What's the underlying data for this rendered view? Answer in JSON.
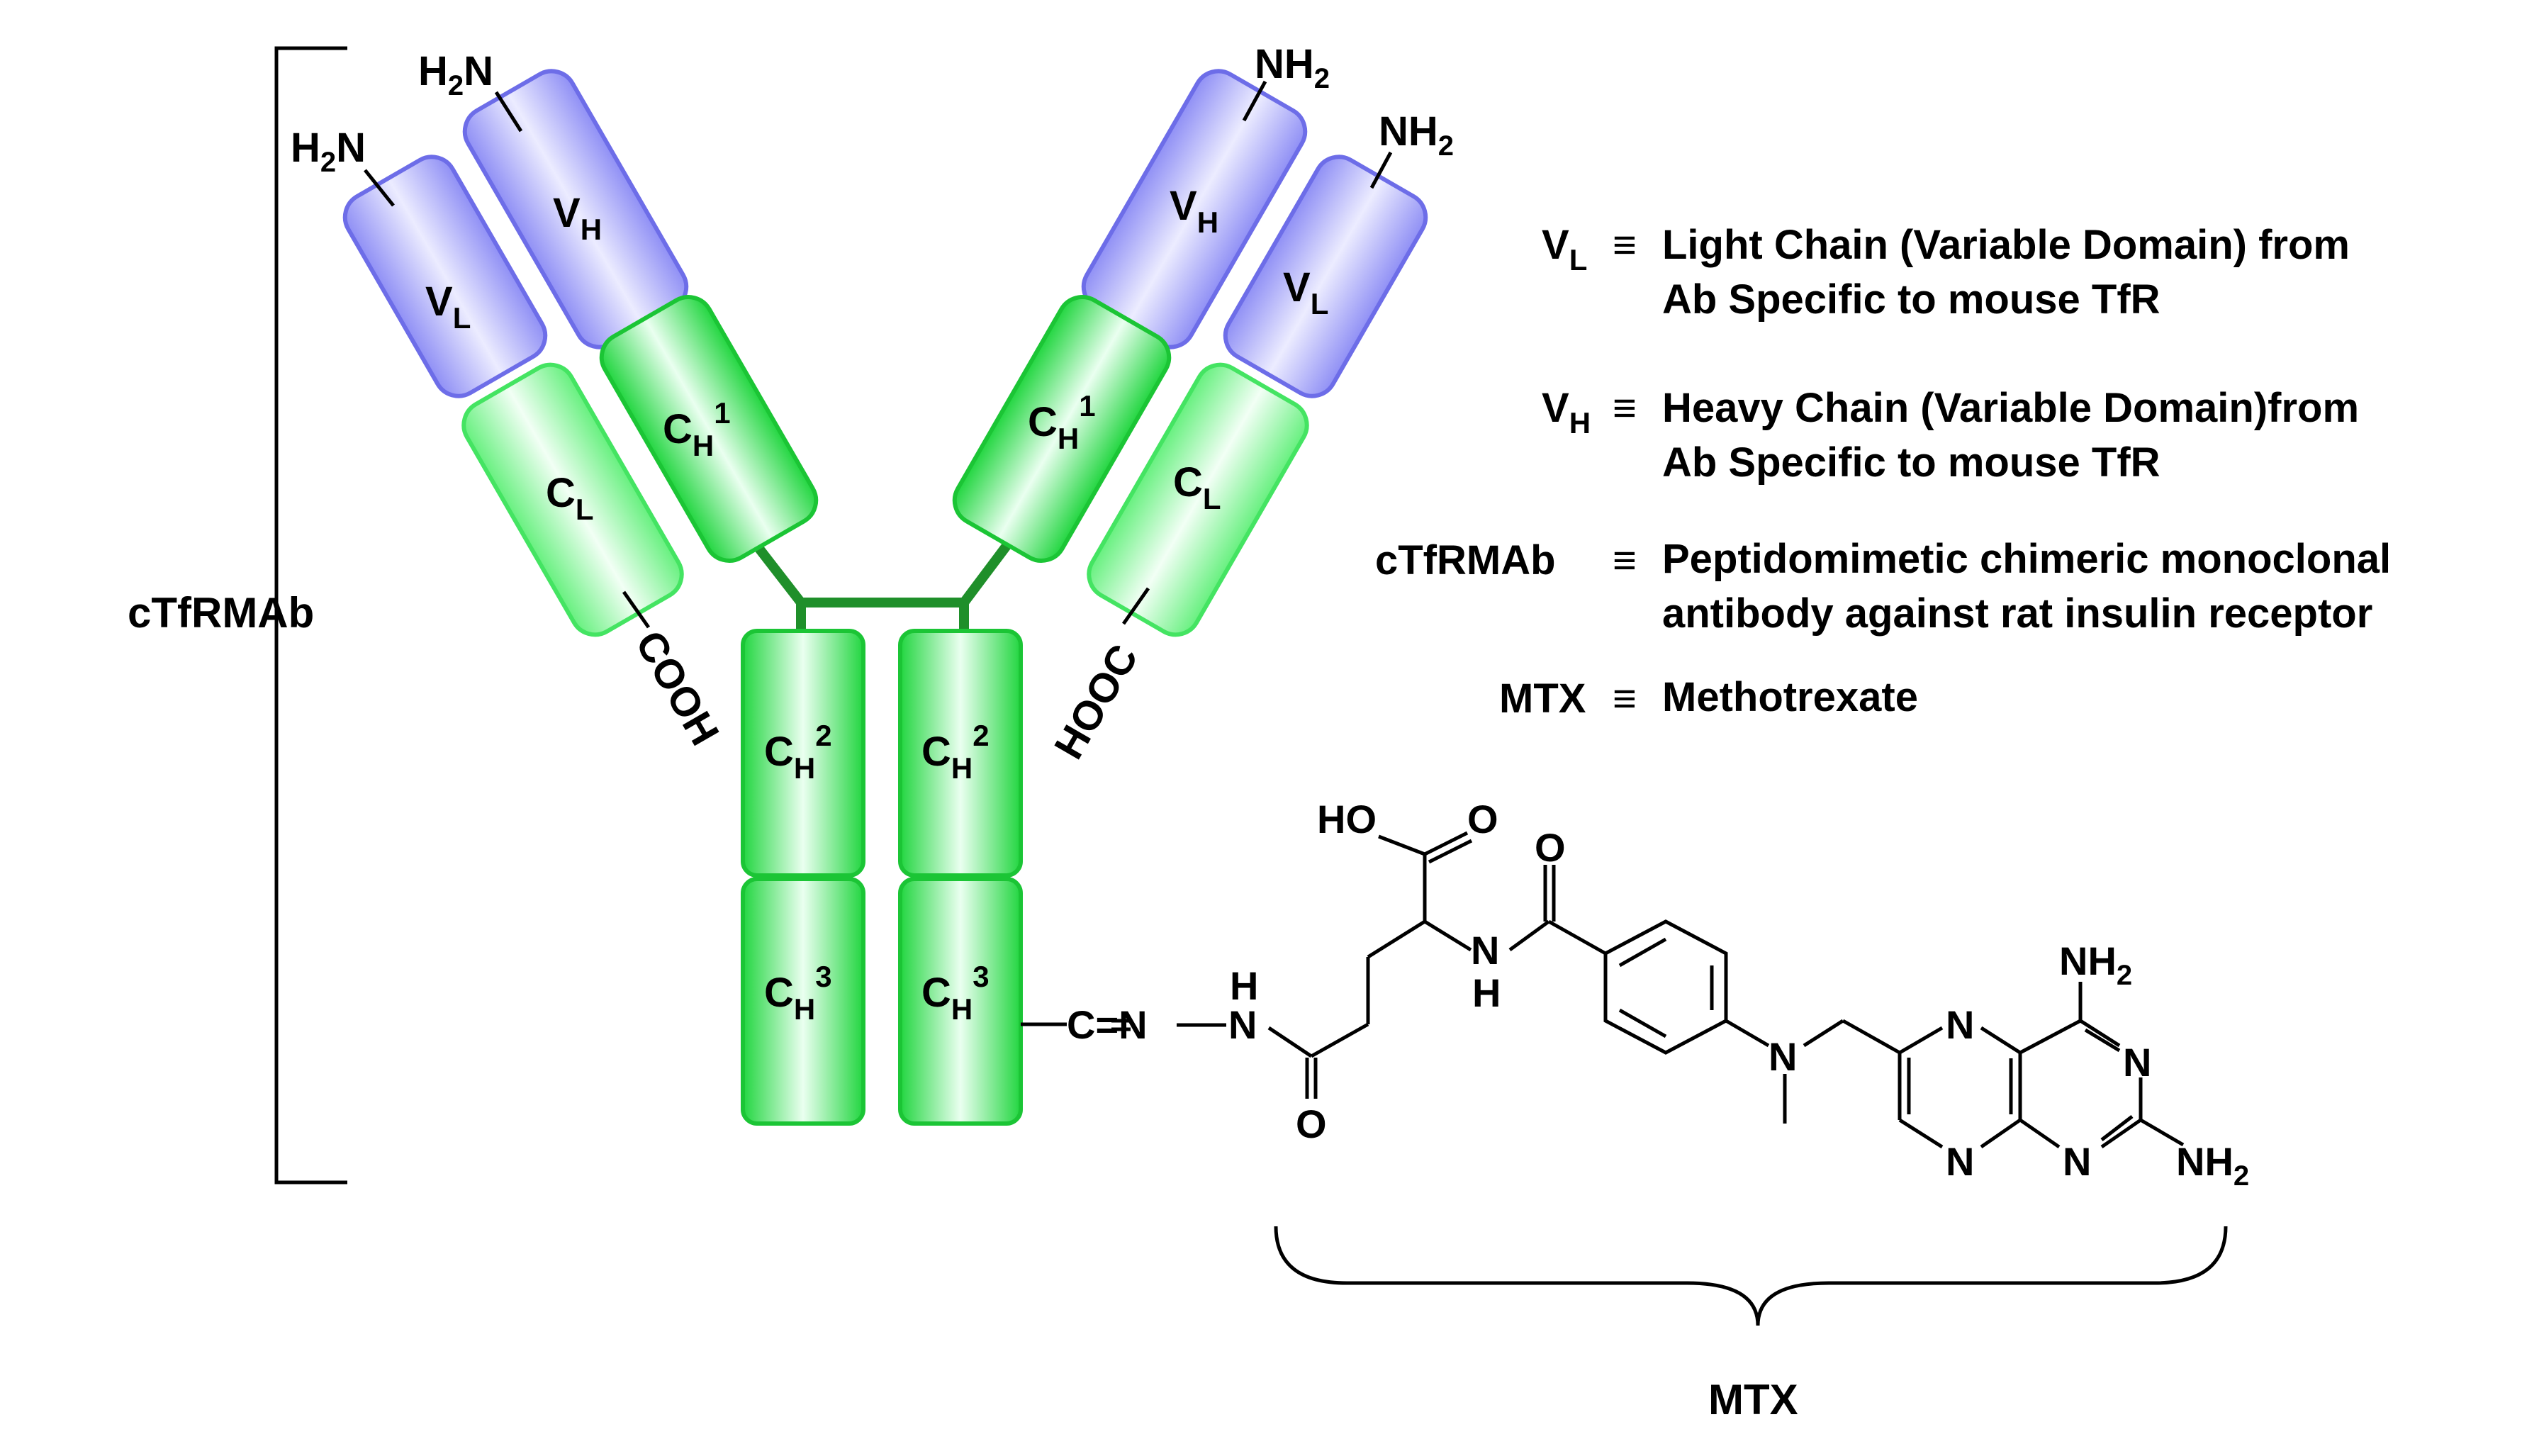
{
  "title": "",
  "labels": {
    "antibody_name": "cTfRMAb",
    "mtx_label": "MTX",
    "cooh": "COOH",
    "hooc": "HOOC",
    "h2n": "H2N",
    "nh2": "NH2",
    "ho": "HO",
    "o": "O",
    "n": "N",
    "h": "H",
    "linker": "C=N",
    "n_right": "N"
  },
  "domains": {
    "vl": {
      "main": "V",
      "sub": "L"
    },
    "vh": {
      "main": "V",
      "sub": "H"
    },
    "cl": {
      "main": "C",
      "sub": "L"
    },
    "ch1": {
      "main": "C",
      "sub": "H",
      "sup": "1"
    },
    "ch2": {
      "main": "C",
      "sub": "H",
      "sup": "2"
    },
    "ch3": {
      "main": "C",
      "sub": "H",
      "sup": "3"
    }
  },
  "legend": {
    "equiv_symbol": "≡",
    "items": [
      {
        "key_main": "V",
        "key_sub": "L",
        "line1": "Light Chain (Variable Domain) from",
        "line2": "Ab Specific to mouse TfR"
      },
      {
        "key_main": "V",
        "key_sub": "H",
        "line1": "Heavy Chain (Variable Domain)from",
        "line2": "Ab Specific to mouse TfR"
      },
      {
        "key_main": "cTfRMAb",
        "key_sub": "",
        "line1": "Peptidomimetic chimeric monoclonal",
        "line2": "antibody against rat insulin receptor"
      },
      {
        "key_main": "MTX",
        "key_sub": "",
        "line1": "Methotrexate",
        "line2": ""
      }
    ]
  },
  "colors": {
    "variable_domain": "#7b7bf0",
    "constant_domain": "#33dd55",
    "hinge": "#1f8f2a",
    "text": "#000000"
  }
}
